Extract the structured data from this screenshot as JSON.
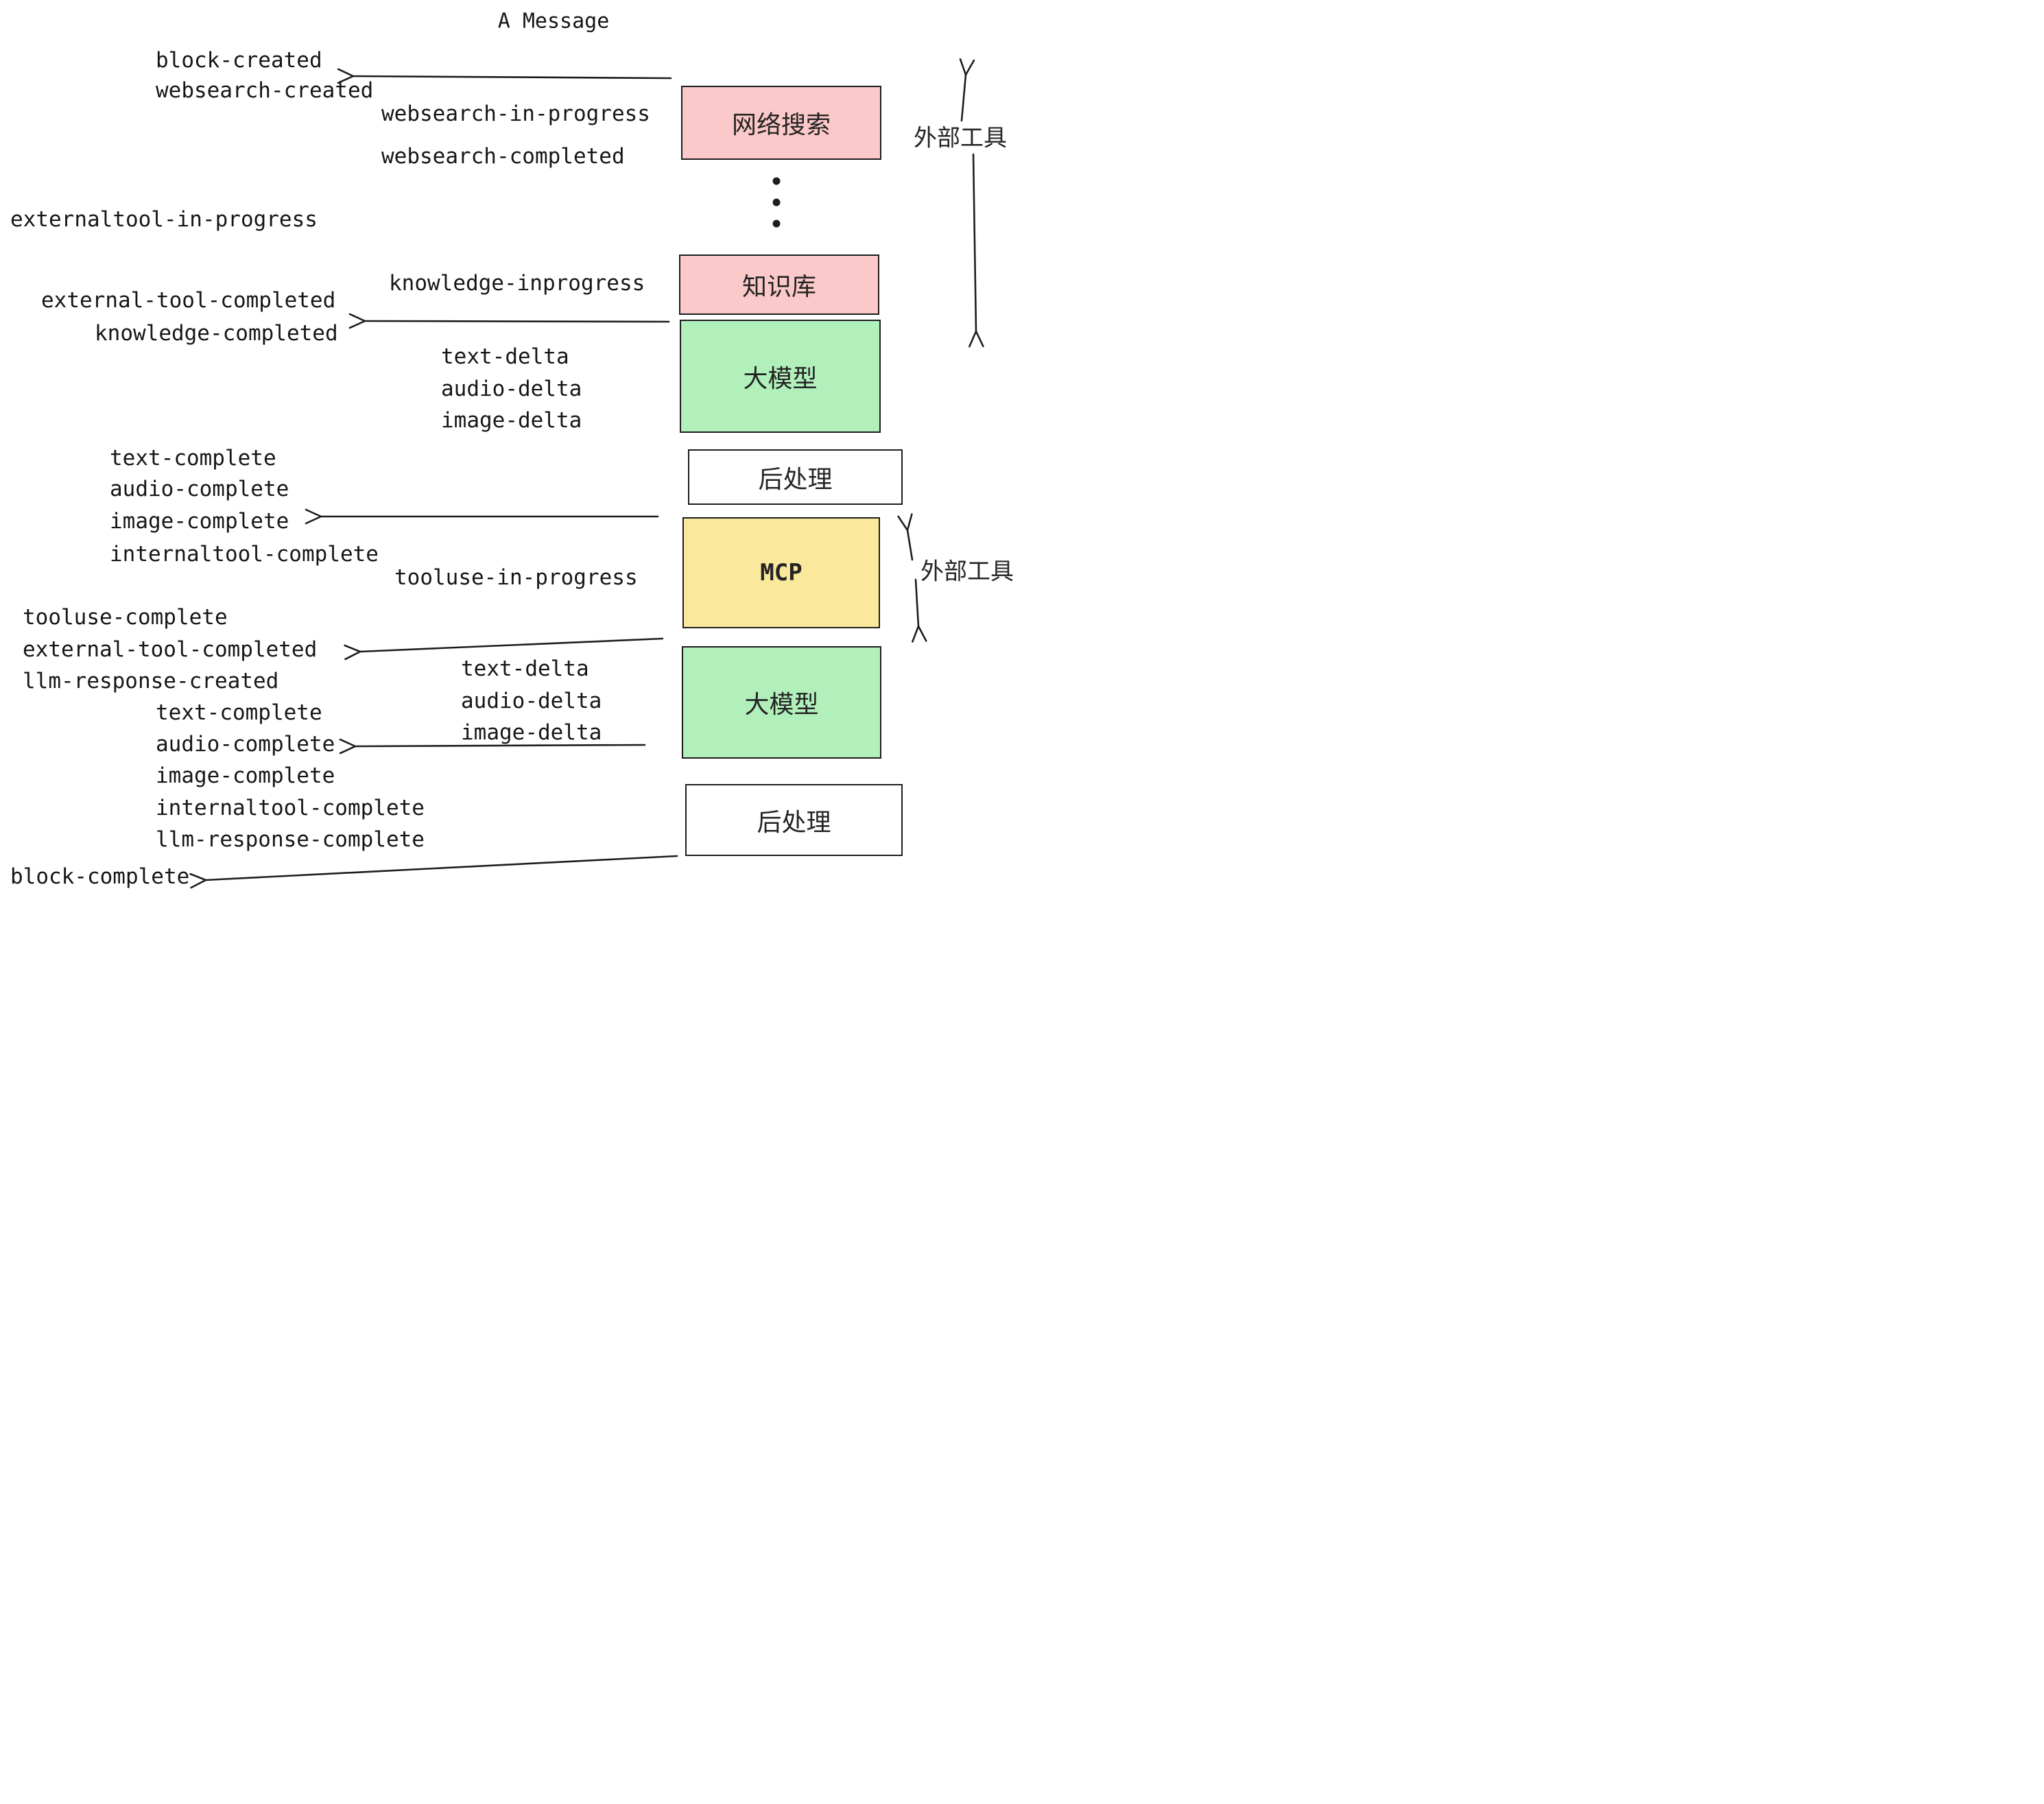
{
  "title": "A Message",
  "colors": {
    "tool_pink": "#fbc9c9",
    "llm_green": "#b2f0bb",
    "mcp_yellow": "#fae99c",
    "plain_white": "#ffffff",
    "line_black": "#1d1d1d"
  },
  "boxes": [
    {
      "id": "websearch",
      "label": "网络搜索",
      "fill": "#fbc9c9"
    },
    {
      "id": "knowledge",
      "label": "知识库",
      "fill": "#fbc9c9"
    },
    {
      "id": "llm-1",
      "label": "大模型",
      "fill": "#b2f0bb"
    },
    {
      "id": "post-1",
      "label": "后处理",
      "fill": "#ffffff"
    },
    {
      "id": "mcp",
      "label": "MCP",
      "fill": "#fae99c"
    },
    {
      "id": "llm-2",
      "label": "大模型",
      "fill": "#b2f0bb"
    },
    {
      "id": "post-2",
      "label": "后处理",
      "fill": "#ffffff"
    }
  ],
  "side_labels": {
    "external_tools_top": "外部工具",
    "external_tools_mcp": "外部工具"
  },
  "events": [
    {
      "text": "block-created"
    },
    {
      "text": "websearch-created"
    },
    {
      "text": "websearch-in-progress"
    },
    {
      "text": "websearch-completed"
    },
    {
      "text": "externaltool-in-progress"
    },
    {
      "text": "knowledge-inprogress"
    },
    {
      "text": "external-tool-completed"
    },
    {
      "text": "knowledge-completed"
    },
    {
      "text": "text-delta"
    },
    {
      "text": "audio-delta"
    },
    {
      "text": "image-delta"
    },
    {
      "text": "text-complete"
    },
    {
      "text": "audio-complete"
    },
    {
      "text": "image-complete"
    },
    {
      "text": "internaltool-complete"
    },
    {
      "text": "tooluse-in-progress"
    },
    {
      "text": "tooluse-complete"
    },
    {
      "text": "external-tool-completed"
    },
    {
      "text": "llm-response-created"
    },
    {
      "text": "text-delta"
    },
    {
      "text": "audio-delta"
    },
    {
      "text": "image-delta"
    },
    {
      "text": "text-complete"
    },
    {
      "text": "audio-complete"
    },
    {
      "text": "image-complete"
    },
    {
      "text": "internaltool-complete"
    },
    {
      "text": "llm-response-complete"
    },
    {
      "text": "block-complete"
    }
  ]
}
